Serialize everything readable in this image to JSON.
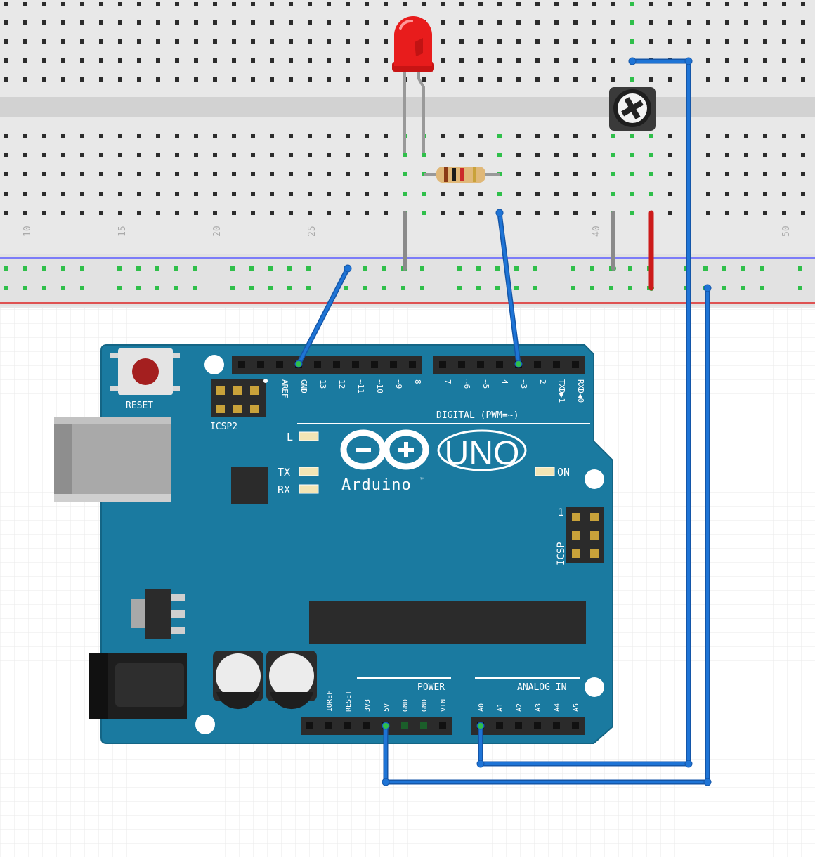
{
  "breadboard": {
    "column_numbers": [
      "10",
      "15",
      "20",
      "25",
      "40",
      "50"
    ]
  },
  "arduino": {
    "reset_label": "RESET",
    "icsp2_label": "ICSP2",
    "icsp_label": "ICSP",
    "icsp_pin1": "1",
    "digital_label": "DIGITAL (PWM=~)",
    "digital_pins_left": [
      "AREF",
      "GND",
      "13",
      "12",
      "~11",
      "~10",
      "~9",
      "8"
    ],
    "digital_pins_right": [
      "7",
      "~6",
      "~5",
      "4",
      "~3",
      "2",
      "TXD▶1",
      "RXD◀0"
    ],
    "led_l": "L",
    "led_tx": "TX",
    "led_rx": "RX",
    "led_on": "ON",
    "uno": "UNO",
    "brand": "Arduino",
    "tm": "™",
    "power_label": "POWER",
    "analog_label": "ANALOG IN",
    "power_pins": [
      "IOREF",
      "RESET",
      "3V3",
      "5V",
      "GND",
      "GND",
      "VIN"
    ],
    "analog_pins": [
      "A0",
      "A1",
      "A2",
      "A3",
      "A4",
      "A5"
    ]
  },
  "colors": {
    "board": "#1a7aa0",
    "wire": "#1b6fd1",
    "led": "#e81c1c",
    "jumper_red": "#cc1a1a",
    "breadboard": "#e6e6e6",
    "rail_blue": "#4444ff",
    "rail_red": "#dd2222",
    "connected": "#2fbf4a"
  }
}
